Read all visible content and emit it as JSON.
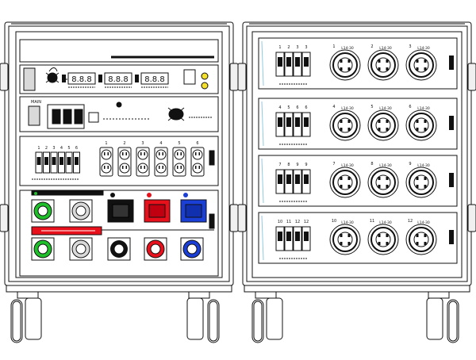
{
  "left_rack": {
    "meter_panel": {
      "display_readouts": [
        "8.8.8",
        "8.8.8",
        "8.8.8"
      ]
    },
    "main_panel": {
      "main_label": "MAIN"
    },
    "outlet_panel": {
      "breaker_numbers": [
        "1",
        "2",
        "3",
        "4",
        "5",
        "6"
      ],
      "outlet_numbers": [
        "1",
        "2",
        "3",
        "4",
        "5",
        "6"
      ]
    }
  },
  "right_rack": {
    "panels": [
      {
        "breaker_numbers": [
          "1",
          "2",
          "3",
          "3"
        ],
        "twistlock_numbers": [
          "1",
          "2",
          "3"
        ]
      },
      {
        "breaker_numbers": [
          "4",
          "5",
          "6",
          "6"
        ],
        "twistlock_numbers": [
          "4",
          "5",
          "6"
        ]
      },
      {
        "breaker_numbers": [
          "7",
          "8",
          "9",
          "9"
        ],
        "twistlock_numbers": [
          "7",
          "8",
          "9"
        ]
      },
      {
        "breaker_numbers": [
          "10",
          "11",
          "12",
          "12"
        ],
        "twistlock_numbers": [
          "10",
          "11",
          "12"
        ]
      }
    ],
    "twistlock_label": "L14-30"
  },
  "colors": {
    "line": "#111111",
    "connector_red": "#e8101a",
    "connector_blue": "#1a3fd6",
    "connector_green": "#1fbf2a",
    "panel_fill": "#ffffff",
    "panel_shade": "#d9d9d9",
    "handle_fill": "#f0f0f0",
    "indicator_yellow": "#f5e02a"
  }
}
